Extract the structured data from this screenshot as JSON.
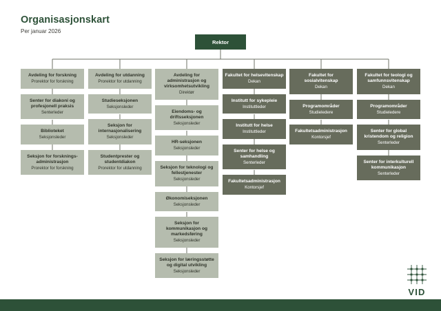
{
  "header": {
    "title": "Organisasjonskart",
    "subtitle": "Per januar 2026"
  },
  "colors": {
    "brand_green": "#2d5138",
    "light_node": "#b5bcae",
    "dark_node": "#676c5c",
    "light_node_text": "#2f3329",
    "dark_node_text": "#ffffff",
    "connector": "#6d7266"
  },
  "root": {
    "title": "Rektor",
    "subtitle": ""
  },
  "columns": [
    {
      "id": "avdeling-for-forskning",
      "style": "light",
      "nodes": [
        {
          "title": "Avdeling for forskning",
          "subtitle": "Prorektor for forskning"
        },
        {
          "title": "Senter for diakoni og profesjonell praksis",
          "subtitle": "Senterleder"
        },
        {
          "title": "Biblioteket",
          "subtitle": "Seksjonsleder"
        },
        {
          "title": "Seksjon for forsknings-administrasjon",
          "subtitle": "Prorektor for forskning"
        }
      ]
    },
    {
      "id": "avdeling-for-utdanning",
      "style": "light",
      "nodes": [
        {
          "title": "Avdeling for utdanning",
          "subtitle": "Prorektor for utdanning"
        },
        {
          "title": "Studieseksjonen",
          "subtitle": "Seksjonsleder"
        },
        {
          "title": "Seksjon for internasjonalisering",
          "subtitle": "Seksjonsleder"
        },
        {
          "title": "Studentprester og studentdiakon",
          "subtitle": "Prorektor for utdanning"
        }
      ]
    },
    {
      "id": "avdeling-for-administrasjon-og-virksomhetsutvikling",
      "style": "light",
      "nodes": [
        {
          "title": "Avdeling for administrasjon og virksomhetsutvikling",
          "subtitle": "Direktør"
        },
        {
          "title": "Eiendoms- og driftsseksjonen",
          "subtitle": "Seksjonsleder"
        },
        {
          "title": "HR-seksjonen",
          "subtitle": "Seksjonsleder"
        },
        {
          "title": "Seksjon for teknologi og fellestjenester",
          "subtitle": "Seksjonsleder"
        },
        {
          "title": "Økonomiseksjonen",
          "subtitle": "Seksjonsleder"
        },
        {
          "title": "Seksjon for kommunikasjon og markedsføring",
          "subtitle": "Seksjonsleder"
        },
        {
          "title": "Seksjon for læringsstøtte og digital utvikling",
          "subtitle": "Seksjonsleder"
        }
      ]
    },
    {
      "id": "fakultet-for-helsevitenskap",
      "style": "dark",
      "nodes": [
        {
          "title": "Fakultet for helsevitenskap",
          "subtitle": "Dekan"
        },
        {
          "title": "Institutt for sykepleie",
          "subtitle": "Instituttleder"
        },
        {
          "title": "Institutt for helse",
          "subtitle": "Instituttleder"
        },
        {
          "title": "Senter for helse og samhandling",
          "subtitle": "Senterleder"
        },
        {
          "title": "Fakultetsadministrasjon",
          "subtitle": "Kontorsjef"
        }
      ]
    },
    {
      "id": "fakultet-for-sosialvitenskap",
      "style": "dark",
      "nodes": [
        {
          "title": "Fakultet for sosialvitenskap",
          "subtitle": "Dekan"
        },
        {
          "title": "Programområder",
          "subtitle": "Studieledere"
        },
        {
          "title": "Fakultetsadministrasjon",
          "subtitle": "Kontorsjef"
        }
      ]
    },
    {
      "id": "fakultet-for-teologi-og-samfunnsvitenskap",
      "style": "dark",
      "nodes": [
        {
          "title": "Fakultet for teologi og samfunnsvitenskap",
          "subtitle": "Dekan"
        },
        {
          "title": "Programområder",
          "subtitle": "Studieledere"
        },
        {
          "title": "Senter for global kristendom og religion",
          "subtitle": "Senterleder"
        },
        {
          "title": "Senter for interkulturell kommunikasjon",
          "subtitle": "Senterleder"
        }
      ]
    }
  ],
  "logo": {
    "text": "VID",
    "mark": "grid-mark-icon"
  }
}
